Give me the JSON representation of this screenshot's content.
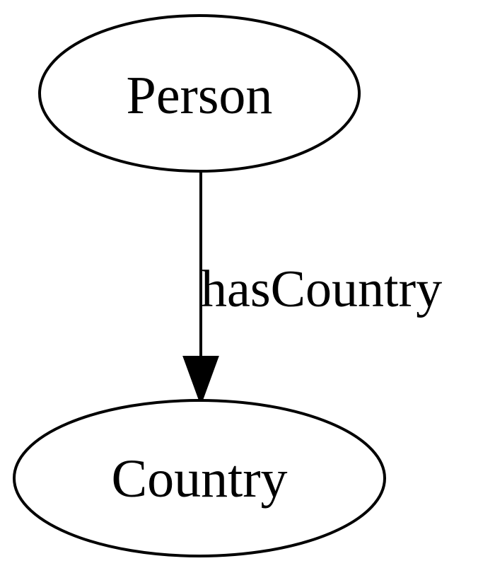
{
  "nodes": {
    "person": {
      "label": "Person"
    },
    "country": {
      "label": "Country"
    }
  },
  "edges": {
    "has_country": {
      "label": "hasCountry",
      "from": "Person",
      "to": "Country"
    }
  }
}
